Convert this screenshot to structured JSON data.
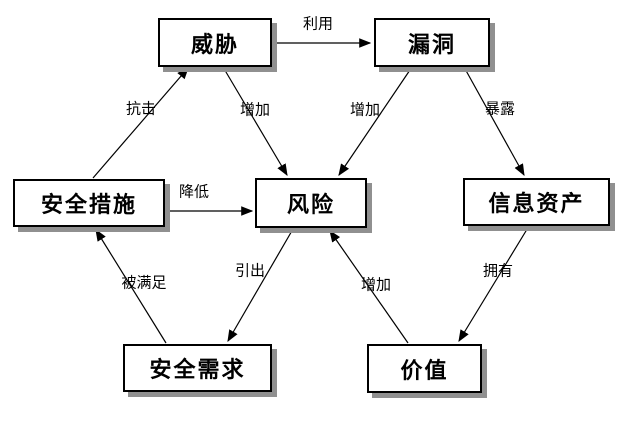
{
  "diagram": {
    "title": "",
    "colors": {
      "background": "#ffffff",
      "box_fill": "#ffffff",
      "box_border": "#000000",
      "box_shadow": "#909090",
      "line": "#000000",
      "text": "#000000"
    },
    "nodes": {
      "threat": {
        "label": "威胁"
      },
      "vulnerability": {
        "label": "漏洞"
      },
      "security_measures": {
        "label": "安全措施"
      },
      "risk": {
        "label": "风险"
      },
      "info_assets": {
        "label": "信息资产"
      },
      "security_requirements": {
        "label": "安全需求"
      },
      "value": {
        "label": "价值"
      }
    },
    "edges": {
      "exploit": {
        "label": "利用",
        "from": "威胁",
        "to": "漏洞"
      },
      "resist": {
        "label": "抗击",
        "from": "安全措施",
        "to": "威胁"
      },
      "increase_threat": {
        "label": "增加",
        "from": "威胁",
        "to": "风险"
      },
      "increase_vuln": {
        "label": "增加",
        "from": "漏洞",
        "to": "风险"
      },
      "expose": {
        "label": "暴露",
        "from": "漏洞",
        "to": "信息资产"
      },
      "reduce": {
        "label": "降低",
        "from": "安全措施",
        "to": "风险"
      },
      "satisfied_by": {
        "label": "被满足",
        "from": "安全需求",
        "to": "安全措施"
      },
      "lead_to": {
        "label": "引出",
        "from": "风险",
        "to": "安全需求"
      },
      "increase_value": {
        "label": "增加",
        "from": "价值",
        "to": "风险"
      },
      "own": {
        "label": "拥有",
        "from": "信息资产",
        "to": "价值"
      }
    }
  }
}
